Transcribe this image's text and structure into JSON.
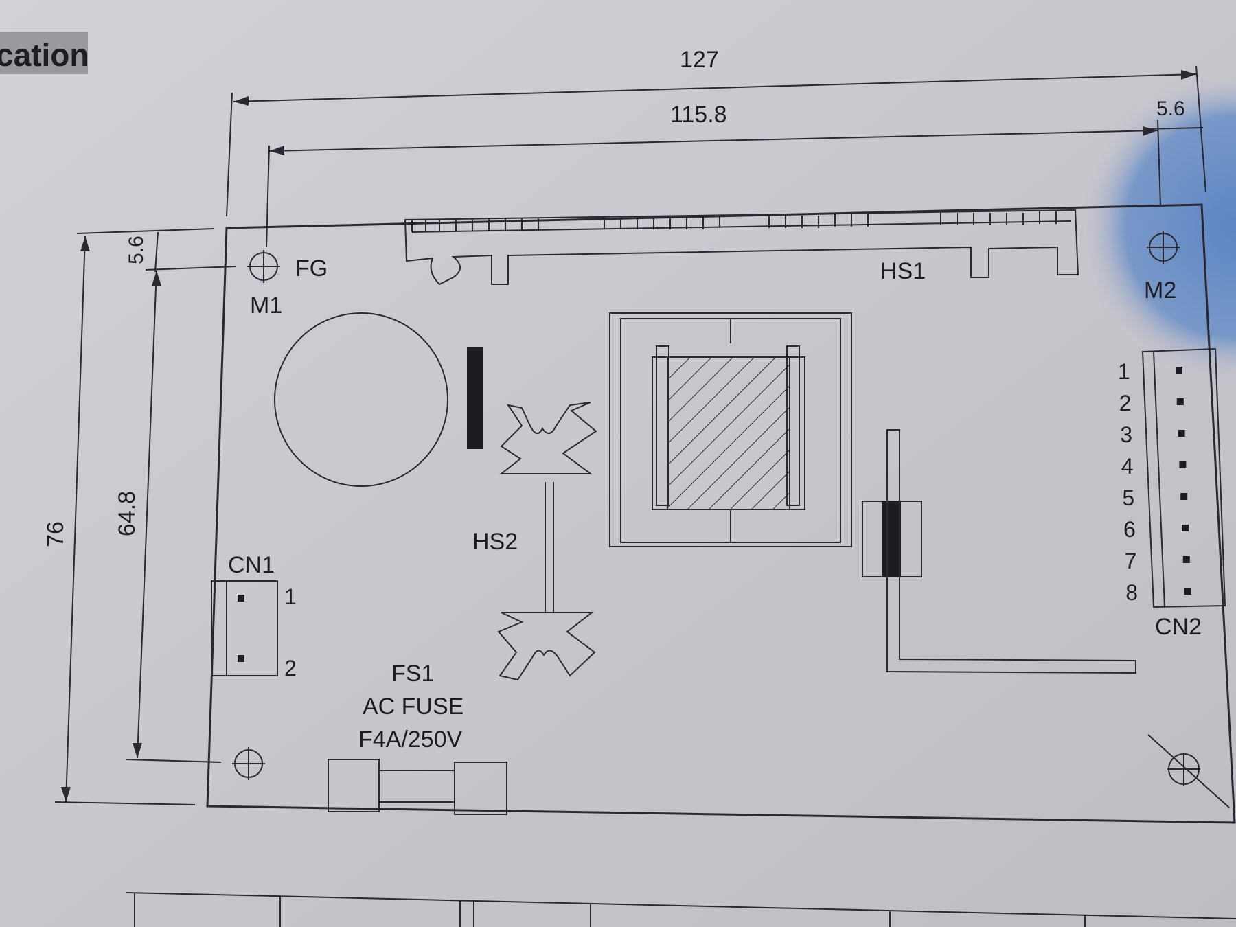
{
  "section_heading": "cation",
  "dimensions": {
    "overall_width": "127",
    "hole_spacing": "115.8",
    "right_offset": "5.6",
    "top_offset": "5.6",
    "overall_height": "76",
    "hole_vertical": "64.8"
  },
  "labels": {
    "fg": "FG",
    "m1": "M1",
    "m2": "M2",
    "hs1": "HS1",
    "hs2": "HS2",
    "cn1": "CN1",
    "cn2": "CN2",
    "fs1": "FS1",
    "fuse_type": "AC FUSE",
    "fuse_rating": "F4A/250V"
  },
  "cn1_pins": [
    "1",
    "2"
  ],
  "cn2_pins": [
    "1",
    "2",
    "3",
    "4",
    "5",
    "6",
    "7",
    "8"
  ],
  "colors": {
    "paper": "#c9c6ce",
    "ink": "#2a2830",
    "accent_blue": "#6f93c8",
    "heading_bg": "#9a979d"
  }
}
